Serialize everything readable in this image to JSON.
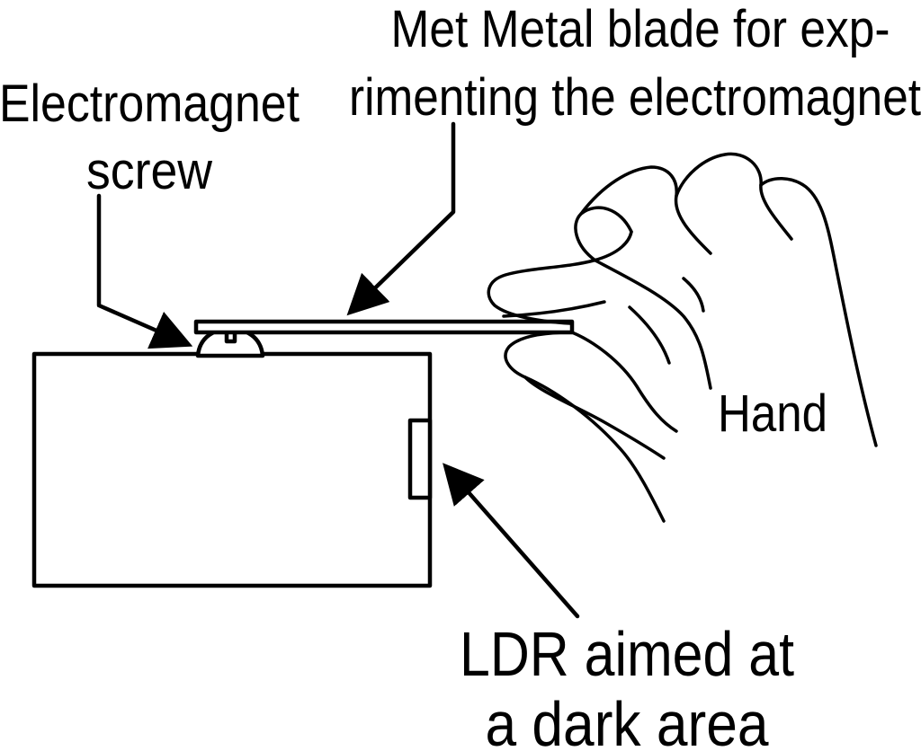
{
  "labels": {
    "blade_line1": "Met Metal blade for  exp-",
    "blade_line2": "rimenting the electromagnet",
    "screw_line1": "Electromagnet",
    "screw_line2": "screw",
    "hand": "Hand",
    "ldr_line1": "LDR aimed at",
    "ldr_line2": "a dark area"
  }
}
